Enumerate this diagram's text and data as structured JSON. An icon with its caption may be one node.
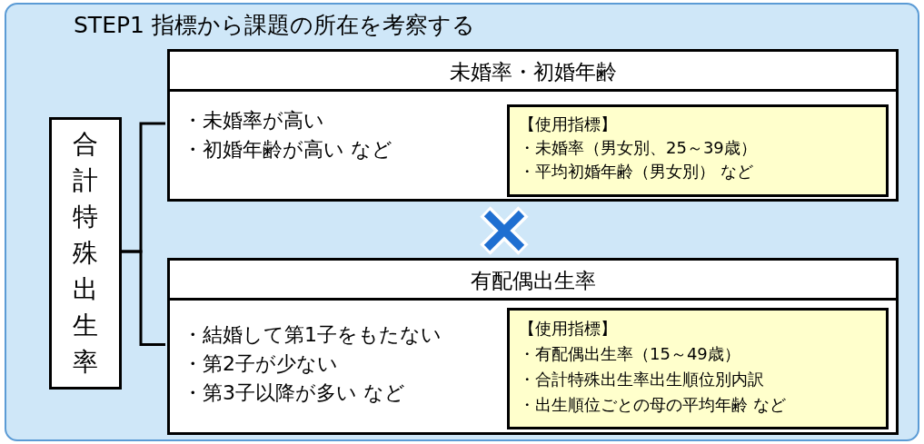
{
  "diagram": {
    "nodes": [
      {
        "text": [
          "STEP1 指標から課題の所在を考察する"
        ]
      },
      {
        "text": [
          "合計特殊出生率"
        ],
        "in": 0
      },
      {
        "text": [
          "未婚率・初婚年齢",
          "・未婚率が高い",
          "・初婚年齢が高い など"
        ],
        "in": 0
      },
      {
        "text": [
          "【使用指標】",
          "・未婚率（男女別、25～39歳）",
          "・平均初婚年齢（男女別） など"
        ],
        "in": 2
      },
      {
        "text": [
          "有配偶出生率",
          "・結婚して第1子をもたない",
          "・第2子が少ない",
          "・第3子以降が多い など"
        ],
        "in": 0
      },
      {
        "text": [
          "【使用指標】",
          "・有配偶出生率（15～49歳）",
          "・合計特殊出生率出生順位別内訳",
          "・出生順位ごとの母の平均年齢 など"
        ],
        "in": 4
      }
    ],
    "edges": [
      {
        "from": 1,
        "to": 2,
        "arrow": "none"
      },
      {
        "from": 1,
        "to": 4,
        "arrow": "none"
      }
    ]
  }
}
